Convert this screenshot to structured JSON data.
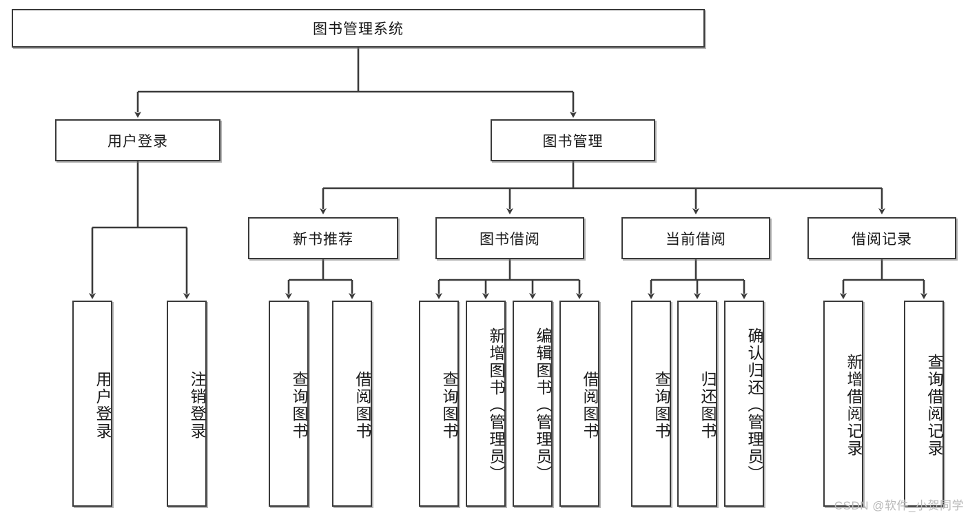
{
  "diagram": {
    "title": "图书管理系统",
    "type": "tree",
    "root": {
      "label": "图书管理系统"
    },
    "level1": [
      {
        "label": "用户登录"
      },
      {
        "label": "图书管理"
      }
    ],
    "level2": [
      {
        "label": "新书推荐",
        "parent": "图书管理"
      },
      {
        "label": "图书借阅",
        "parent": "图书管理"
      },
      {
        "label": "当前借阅",
        "parent": "图书管理"
      },
      {
        "label": "借阅记录",
        "parent": "图书管理"
      }
    ],
    "leaves": {
      "user_login": [
        {
          "label": "用户登录"
        },
        {
          "label": "注销登录"
        }
      ],
      "new_book_recommend": [
        {
          "label": "查询图书"
        },
        {
          "label": "借阅图书"
        }
      ],
      "book_borrow": [
        {
          "label": "查询图书"
        },
        {
          "label": "新增图书（管理员）"
        },
        {
          "label": "编辑图书（管理员）"
        },
        {
          "label": "借阅图书"
        }
      ],
      "current_borrow": [
        {
          "label": "查询图书"
        },
        {
          "label": "归还图书"
        },
        {
          "label": "确认归还（管理员）"
        }
      ],
      "borrow_record": [
        {
          "label": "新增借阅记录"
        },
        {
          "label": "查询借阅记录"
        }
      ]
    }
  },
  "watermark": {
    "text": "CSDN @软件_小贺同学"
  },
  "colors": {
    "border": "#3a3a3a",
    "background": "#ffffff",
    "text": "#1a1a1a",
    "watermark": "#b9b9b9"
  }
}
